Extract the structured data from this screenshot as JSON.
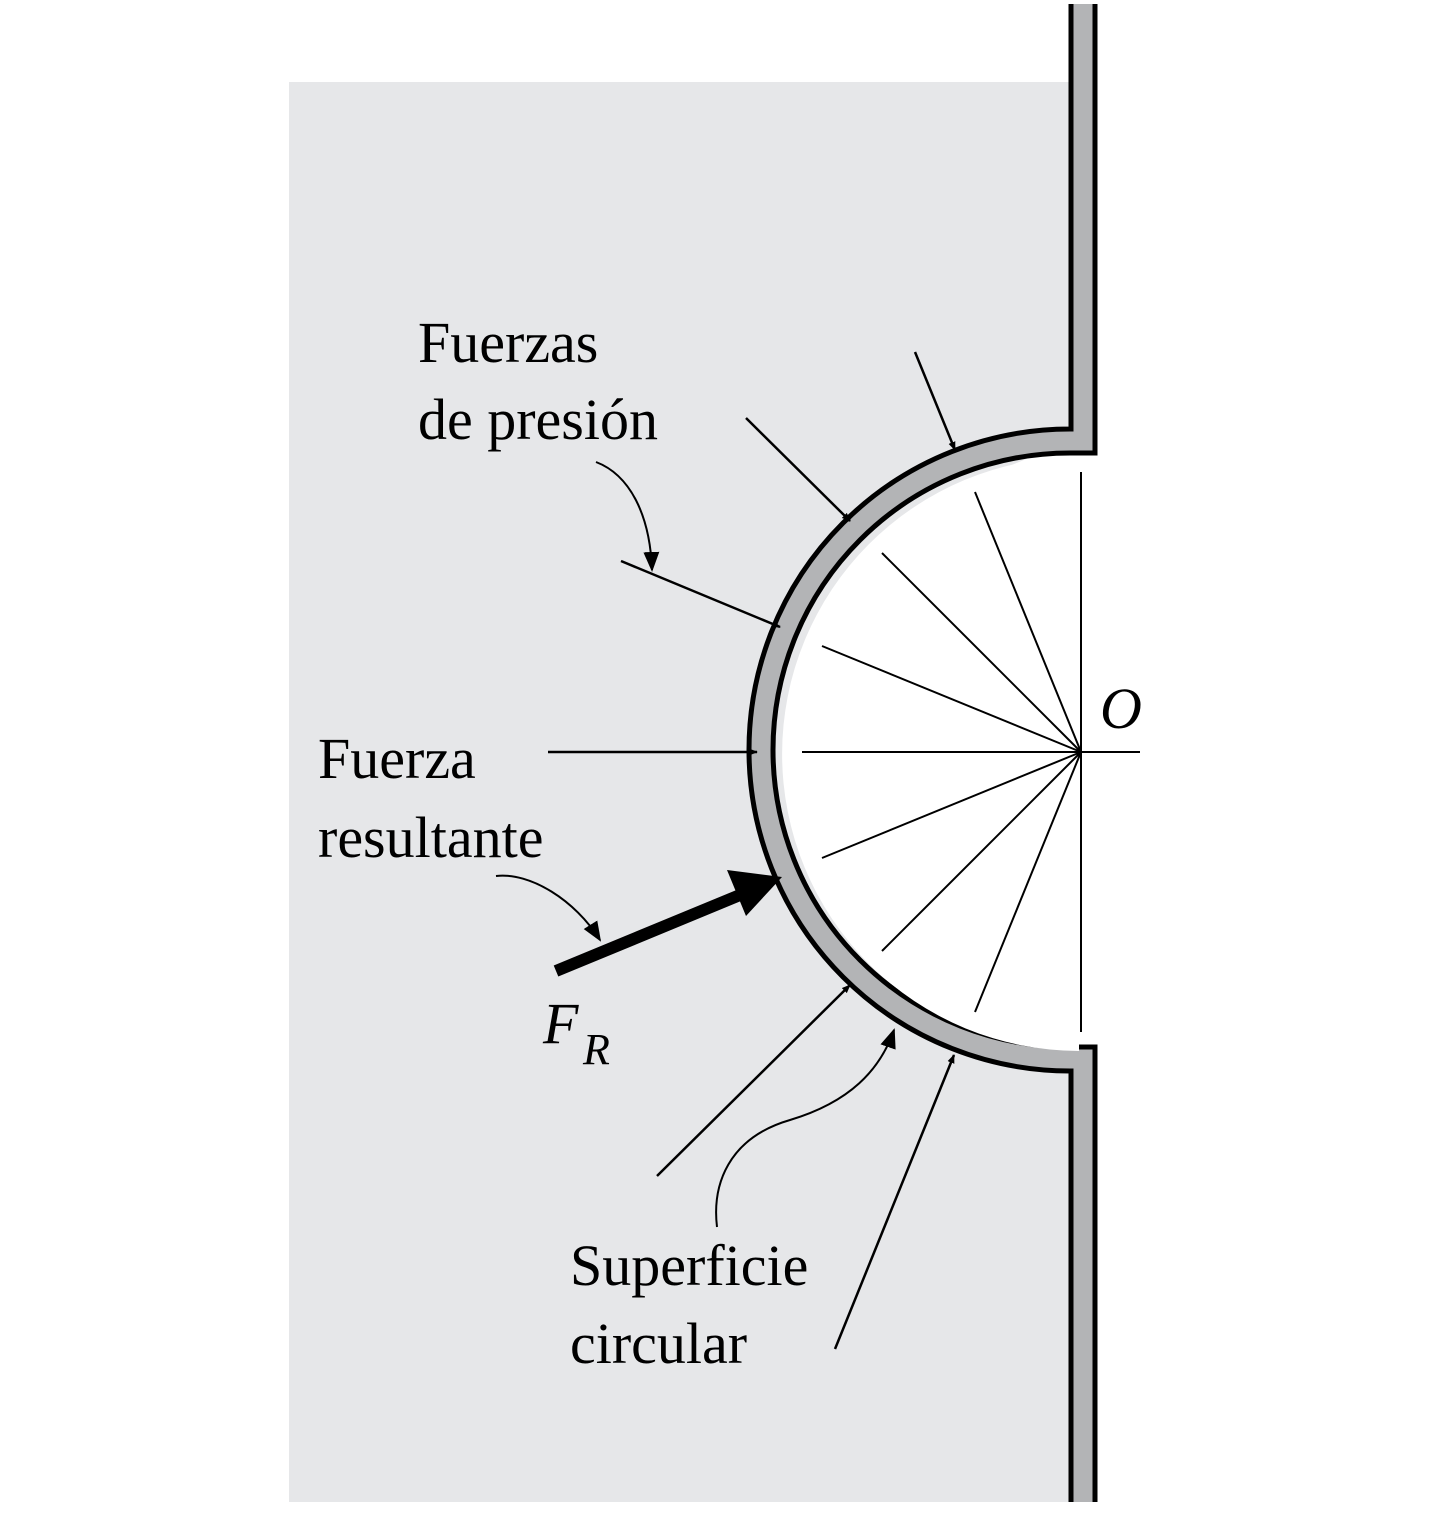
{
  "labels": {
    "pressure_forces_line1": "Fuerzas",
    "pressure_forces_line2": "de presión",
    "resultant_force_line1": "Fuerza",
    "resultant_force_line2": "resultante",
    "resultant_symbol": "F",
    "resultant_subscript": "R",
    "surface_line1": "Superficie",
    "surface_line2": "circular",
    "center_point": "O"
  },
  "colors": {
    "fluid": "#e6e7e9",
    "wall": "#b3b4b6",
    "stroke": "#000000",
    "interior": "#ffffff"
  }
}
